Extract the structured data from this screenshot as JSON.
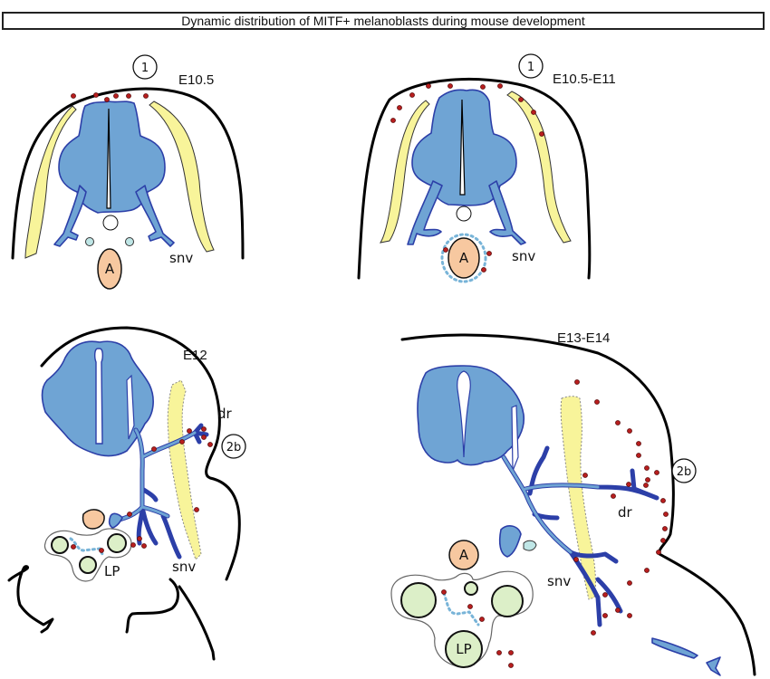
{
  "title": "Dynamic distribution of MITF+ melanoblasts during mouse development",
  "colors": {
    "neural_tube": "#6fa4d4",
    "nerve_outline": "#2c3fa8",
    "dermomyotome": "#f8f49a",
    "aorta": "#f7c8a0",
    "melanoblast": "#b81e1e",
    "lung_primordium": "#dcefc8",
    "dotted_path": "#78b4d8"
  },
  "panels": [
    {
      "id": "e10_5",
      "stage": "E10.5",
      "marker": "1",
      "labels": {
        "aorta": "A",
        "nerve": "snv"
      }
    },
    {
      "id": "e10_5_e11",
      "stage": "E10.5-E11",
      "marker": "1",
      "labels": {
        "aorta": "A",
        "nerve": "snv"
      }
    },
    {
      "id": "e12",
      "stage": "E12",
      "marker": "2b",
      "labels": {
        "dorsal_root": "dr",
        "nerve": "snv",
        "lung": "LP"
      }
    },
    {
      "id": "e13_e14",
      "stage": "E13-E14",
      "marker": "2b",
      "labels": {
        "dorsal_root": "dr",
        "nerve": "snv",
        "lung": "LP",
        "aorta": "A"
      }
    }
  ]
}
